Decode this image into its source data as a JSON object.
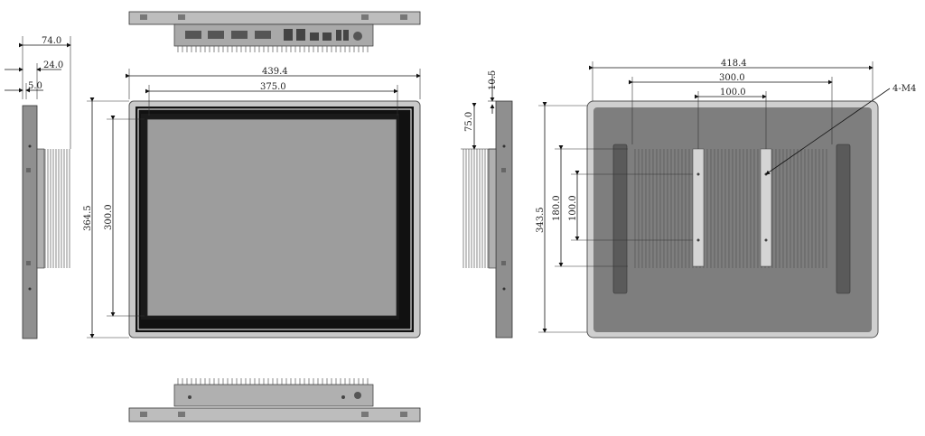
{
  "dimensions": {
    "front_width": "439.4",
    "screen_width": "375.0",
    "front_height": "364.5",
    "screen_height": "300.0",
    "side_depth": "74.0",
    "side_bezel": "24.0",
    "side_lip": "5.0",
    "side_top": "10.5",
    "side_upper": "75.0",
    "back_width": "418.4",
    "vesa_outer": "300.0",
    "vesa_inner": "100.0",
    "back_height": "343.5",
    "vesa_height_outer": "180.0",
    "vesa_height_inner": "100.0",
    "screw_label": "4-M4"
  },
  "colors": {
    "bezel": "#c9c9c9",
    "screen": "#9d9d9d",
    "black_frame": "#111111",
    "back_panel": "#7e7e7e",
    "back_border": "#cfcfcf"
  }
}
